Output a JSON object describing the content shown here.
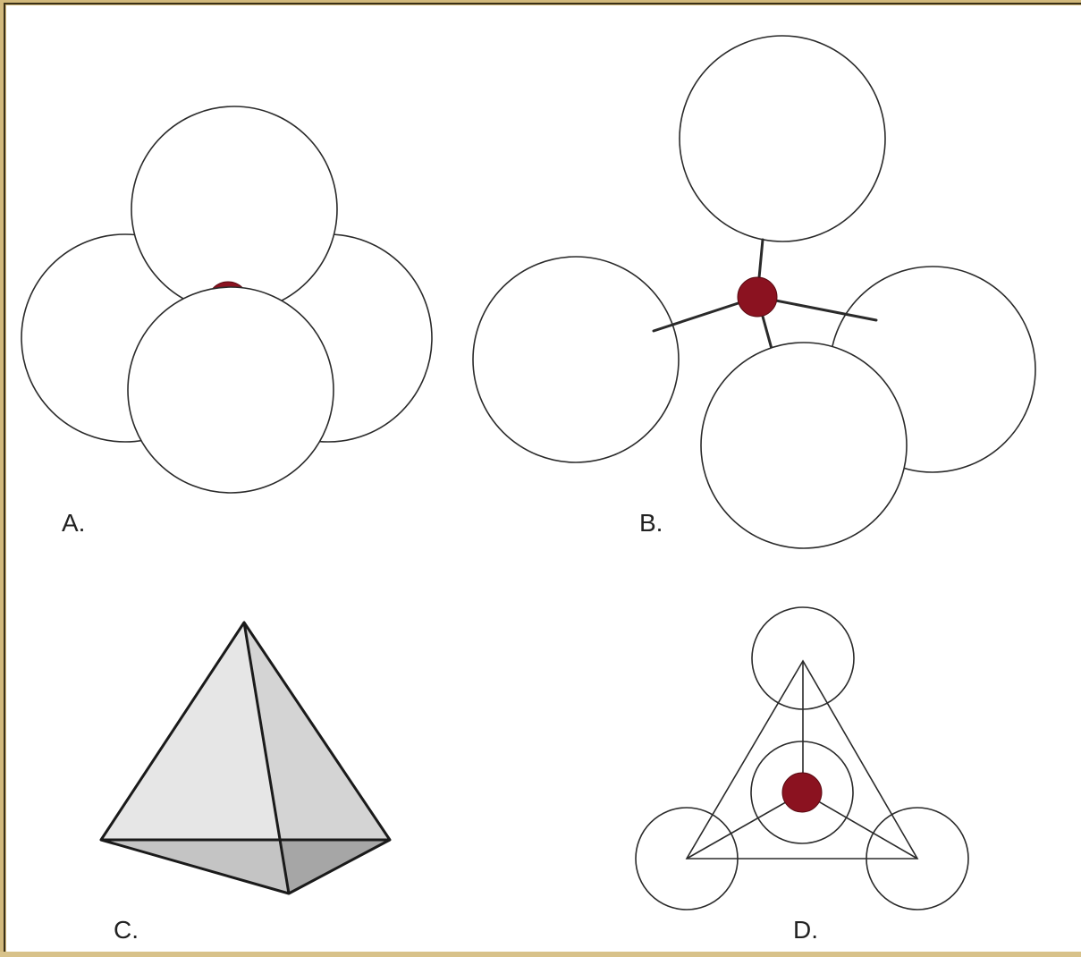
{
  "figure": {
    "panels": [
      {
        "id": "A",
        "label": "A."
      },
      {
        "id": "B",
        "label": "B."
      },
      {
        "id": "C",
        "label": "C."
      },
      {
        "id": "D",
        "label": "D."
      }
    ]
  },
  "colors": {
    "center_atom": "#8b1220",
    "outline": "#2a2a2a",
    "background": "#ffffff",
    "frame": "#d2b97c",
    "face_light": "#e6e6e6",
    "face_mid": "#d0d0d0",
    "face_dark": "#a8a8a8"
  }
}
